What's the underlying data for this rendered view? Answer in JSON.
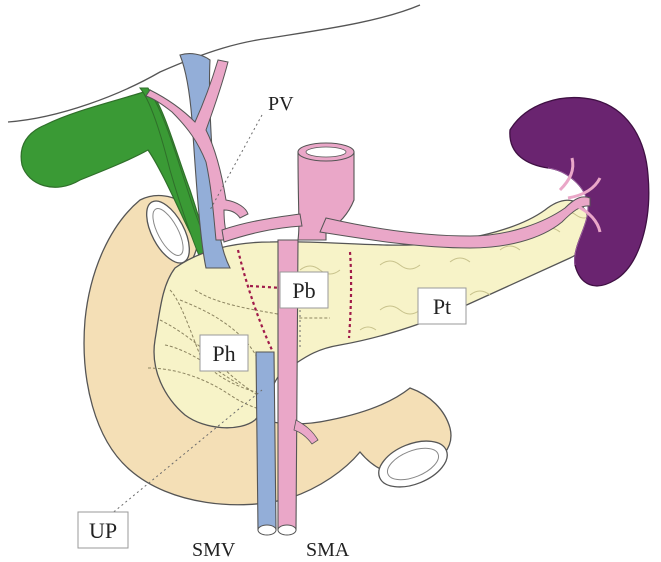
{
  "colors": {
    "pancreas": "#f7f3c8",
    "duodenum": "#f4dfb6",
    "gallbladder": "#3a9a35",
    "vein": "#93aed8",
    "artery": "#eaa7c8",
    "spleen": "#6a2470",
    "boundary": "#a01a4a",
    "outline": "#555555"
  },
  "labels": {
    "pv": "PV",
    "pb": "Pb",
    "pt": "Pt",
    "ph": "Ph",
    "up": "UP",
    "smv": "SMV",
    "sma": "SMA"
  }
}
